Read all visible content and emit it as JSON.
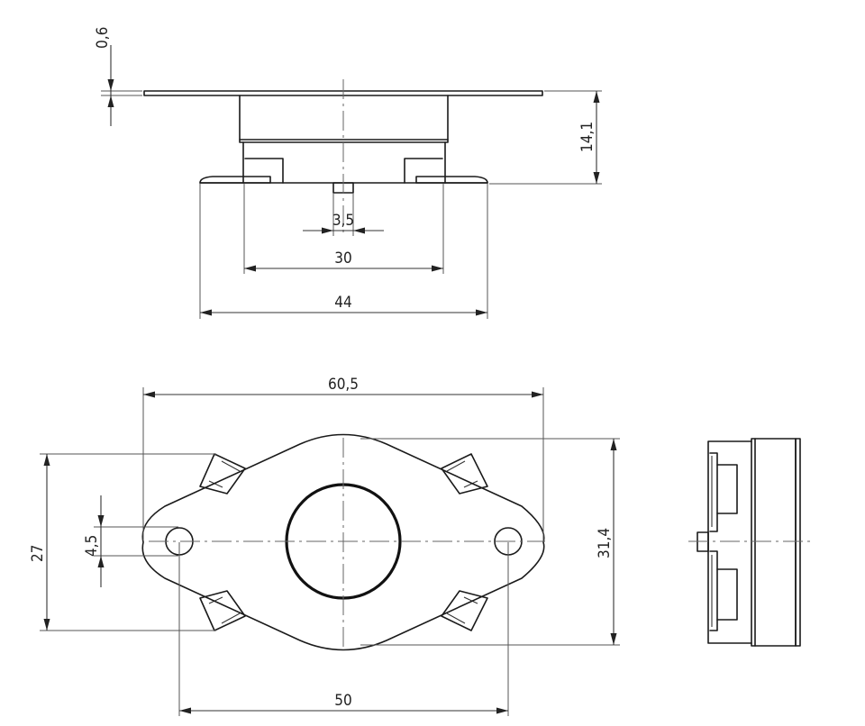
{
  "dimensions": {
    "d_0_6": "0,6",
    "d_14_1": "14,1",
    "d_3_5": "3,5",
    "d_30": "30",
    "d_44": "44",
    "d_60_5": "60,5",
    "d_27": "27",
    "d_4_5": "4,5",
    "d_31_4": "31,4",
    "d_50": "50"
  }
}
